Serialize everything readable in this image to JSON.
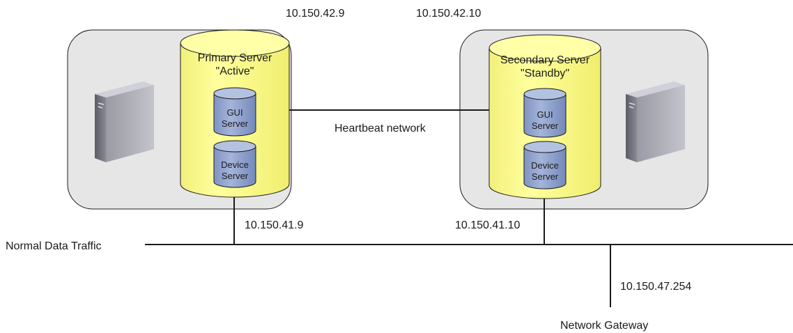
{
  "ip_primary_heartbeat": "10.150.42.9",
  "ip_secondary_heartbeat": "10.150.42.10",
  "primary": {
    "line1": "Primary Server",
    "line2": "\"Active\""
  },
  "secondary": {
    "line1": "Secondary Server",
    "line2": "\"Standby\""
  },
  "gui_server": {
    "line1": "GUI",
    "line2": "Server"
  },
  "device_server": {
    "line1": "Device",
    "line2": "Server"
  },
  "heartbeat_label": "Heartbeat network",
  "ip_primary_data": "10.150.41.9",
  "ip_secondary_data": "10.150.41.10",
  "normal_traffic_label": "Normal Data Traffic",
  "ip_gateway": "10.150.47.254",
  "gateway_label": "Network Gateway",
  "colors": {
    "box_fill": "#e6e6e6",
    "cylinder_fill": "#ffff99",
    "small_cylinder_fill": "#8fa3cf",
    "tower": "#6f6f78",
    "line": "#1a1a1a"
  }
}
